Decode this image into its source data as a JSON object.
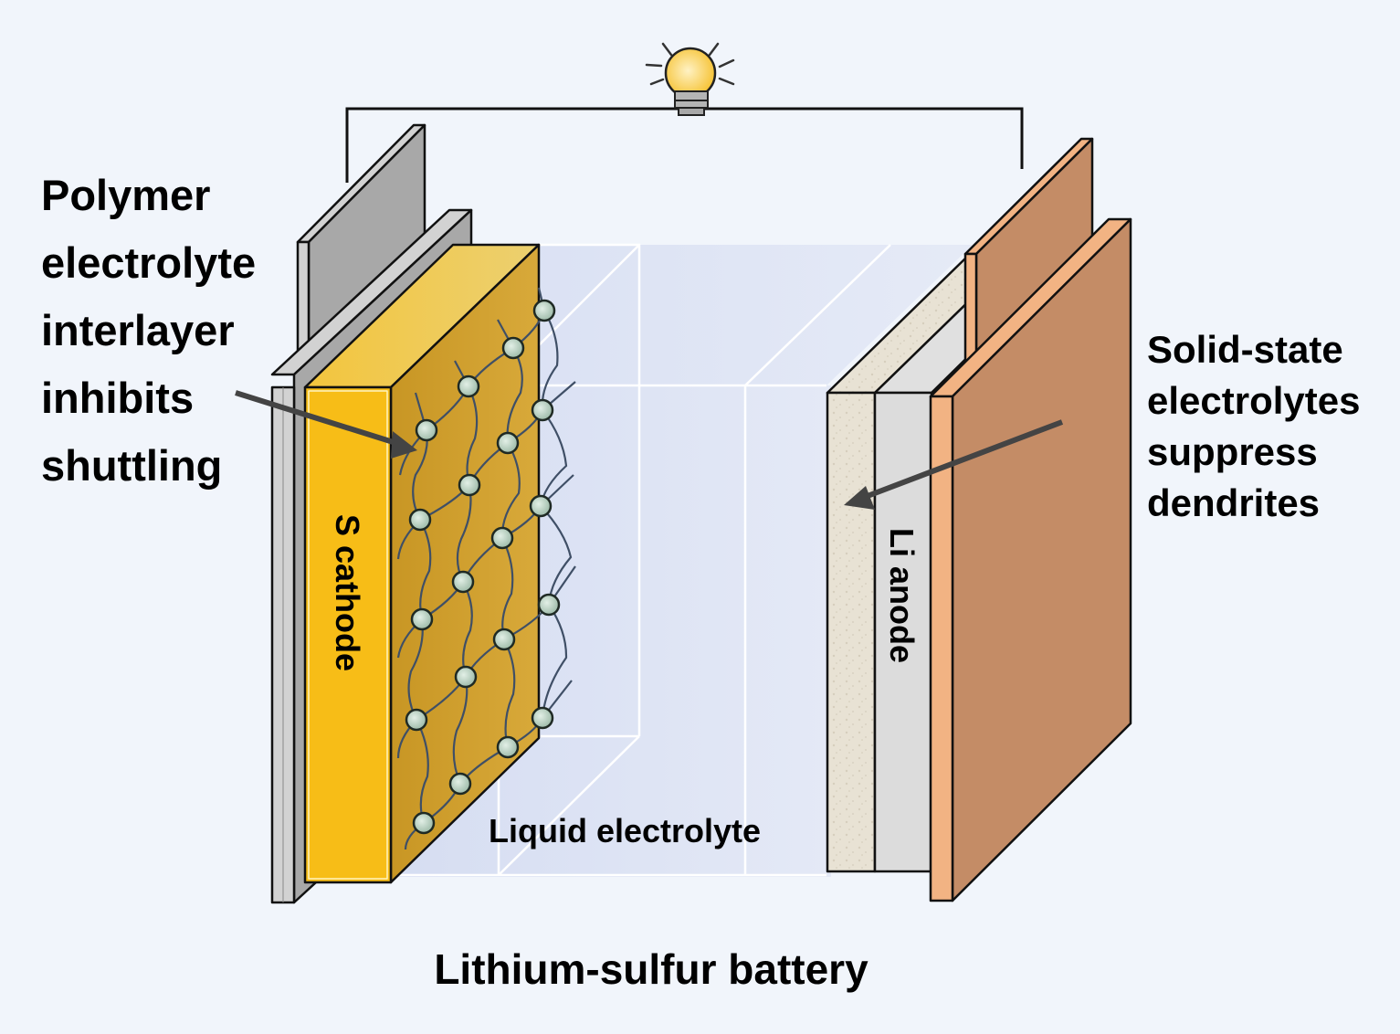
{
  "title": "Lithium-sulfur battery",
  "labels": {
    "cathode": "S cathode",
    "anode": "Li anode",
    "liquid_electrolyte": "Liquid electrolyte"
  },
  "callouts": {
    "left": {
      "lines": [
        "Polymer",
        "electrolyte",
        "interlayer",
        "inhibits",
        "shuttling"
      ]
    },
    "right": {
      "lines": [
        "Solid-state",
        "electrolytes",
        "suppress",
        "dendrites"
      ]
    }
  },
  "icons": {
    "bulb": "light-bulb-icon"
  },
  "colors": {
    "background": "#f1f5fb",
    "cathode_front": "#f7bd17",
    "cathode_top": "#f0c84a",
    "interlayer": "#cf9e2e",
    "collector_light": "#cfcfcf",
    "collector_dark": "#a7a7a7",
    "electrolyte": "#d6def2",
    "ssE": "#e6e0d3",
    "li_metal": "#dcdcdc",
    "copper_light": "#f2b383",
    "copper_dark": "#c48c66",
    "bead": "#b6cfc0",
    "arrow": "#444444",
    "bulb": "#f7c732"
  }
}
